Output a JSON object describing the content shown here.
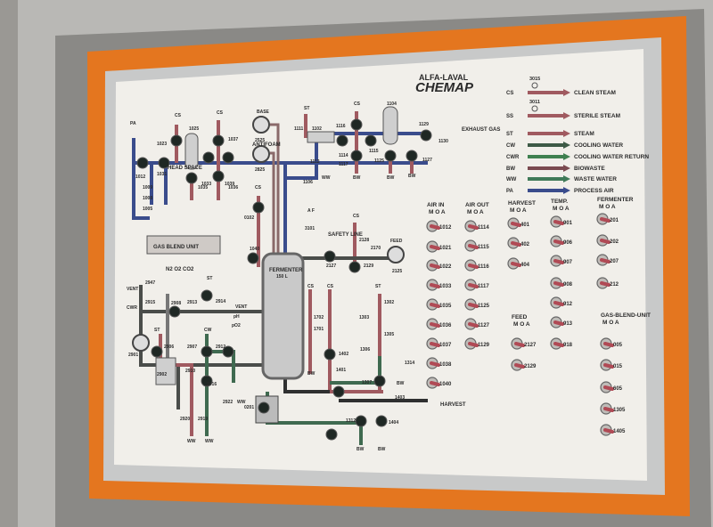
{
  "brand": {
    "company": "ALFA-LAVAL",
    "product": "CHEMAP"
  },
  "legend": [
    {
      "code": "CS",
      "label": "CLEAN STEAM",
      "color": "#a05a60"
    },
    {
      "code": "SS",
      "label": "STERILE STEAM",
      "color": "#a05a60"
    },
    {
      "code": "ST",
      "label": "STEAM",
      "color": "#a05a60"
    },
    {
      "code": "CW",
      "label": "COOLING WATER",
      "color": "#3d5a46"
    },
    {
      "code": "CWR",
      "label": "COOLING WATER RETURN",
      "color": "#3f8050"
    },
    {
      "code": "BW",
      "label": "BIOWASTE",
      "color": "#7a4a50"
    },
    {
      "code": "WW",
      "label": "WASTE WATER",
      "color": "#3f7a58"
    },
    {
      "code": "PA",
      "label": "PROCESS AIR",
      "color": "#3a4c8c"
    }
  ],
  "legend_valves": [
    "3015",
    "3011"
  ],
  "switch_groups": [
    {
      "title": "AIR IN",
      "mode": "M O A",
      "switches": [
        "1012",
        "1021",
        "1022",
        "1033",
        "1035",
        "1036",
        "1037",
        "1038",
        "1040"
      ]
    },
    {
      "title": "AIR OUT",
      "mode": "M O A",
      "switches": [
        "1114",
        "1115",
        "1116",
        "1117",
        "1125",
        "1127",
        "1129"
      ]
    },
    {
      "title": "HARVEST",
      "mode": "M O A",
      "switches": [
        "401",
        "402",
        "404"
      ]
    },
    {
      "title": "TEMP.",
      "mode": "M O A",
      "switches": [
        "901",
        "906",
        "907",
        "908",
        "912",
        "913",
        "918"
      ]
    },
    {
      "title": "FERMENTER",
      "mode": "M O A",
      "switches": [
        "201",
        "202",
        "207",
        "212"
      ]
    },
    {
      "title": "FEED",
      "mode": "M O A",
      "switches": [
        "2127",
        "2129"
      ]
    },
    {
      "title": "GAS-BLEND-UNIT",
      "mode": "M O A",
      "switches": [
        "005",
        "015",
        "605",
        "1305",
        "1405"
      ]
    }
  ],
  "diagram": {
    "labels": [
      "PA",
      "1012",
      "1031",
      "HEAD SPACE",
      "CS",
      "1023",
      "1025",
      "CS",
      "1037",
      "1033",
      "1039",
      "1035",
      "1036",
      "1009",
      "1008",
      "1005",
      "BASE",
      "2525",
      "ANTIFOAM",
      "2825",
      "ST",
      "1111",
      "1102",
      "1112",
      "WW",
      "1106",
      "CS",
      "1116",
      "1114",
      "1117",
      "BW",
      "1115",
      "1104",
      "1125",
      "BW",
      "BW",
      "1129",
      "1127",
      "1130",
      "EXHAUST GAS",
      "GAS BLEND UNIT",
      "N2  O2  CO2",
      "CS",
      "0102",
      "A F",
      "3101",
      "SAFETY LINE",
      "CS",
      "2128",
      "2170",
      "FEED",
      "2127",
      "2129",
      "2125",
      "1040",
      "FERMENTER",
      "150 L",
      "VENT",
      "2947",
      "CWR",
      "2915",
      "2908",
      "2913",
      "2914",
      "VENT",
      "ST",
      "2901",
      "ST",
      "2906",
      "2907",
      "CW",
      "2912",
      "2902",
      "2910",
      "2916",
      "2922",
      "WW",
      "0201",
      "2920",
      "2919",
      "WW",
      "WW",
      "CS",
      "CS",
      "1702",
      "1701",
      "BW",
      "1402",
      "1401",
      "1307",
      "1403",
      "HARVEST",
      "1312",
      "1404",
      "BW",
      "BW",
      "ST",
      "1302",
      "1303",
      "1305",
      "1306",
      "1314",
      "BW",
      "pH",
      "pO2"
    ]
  }
}
